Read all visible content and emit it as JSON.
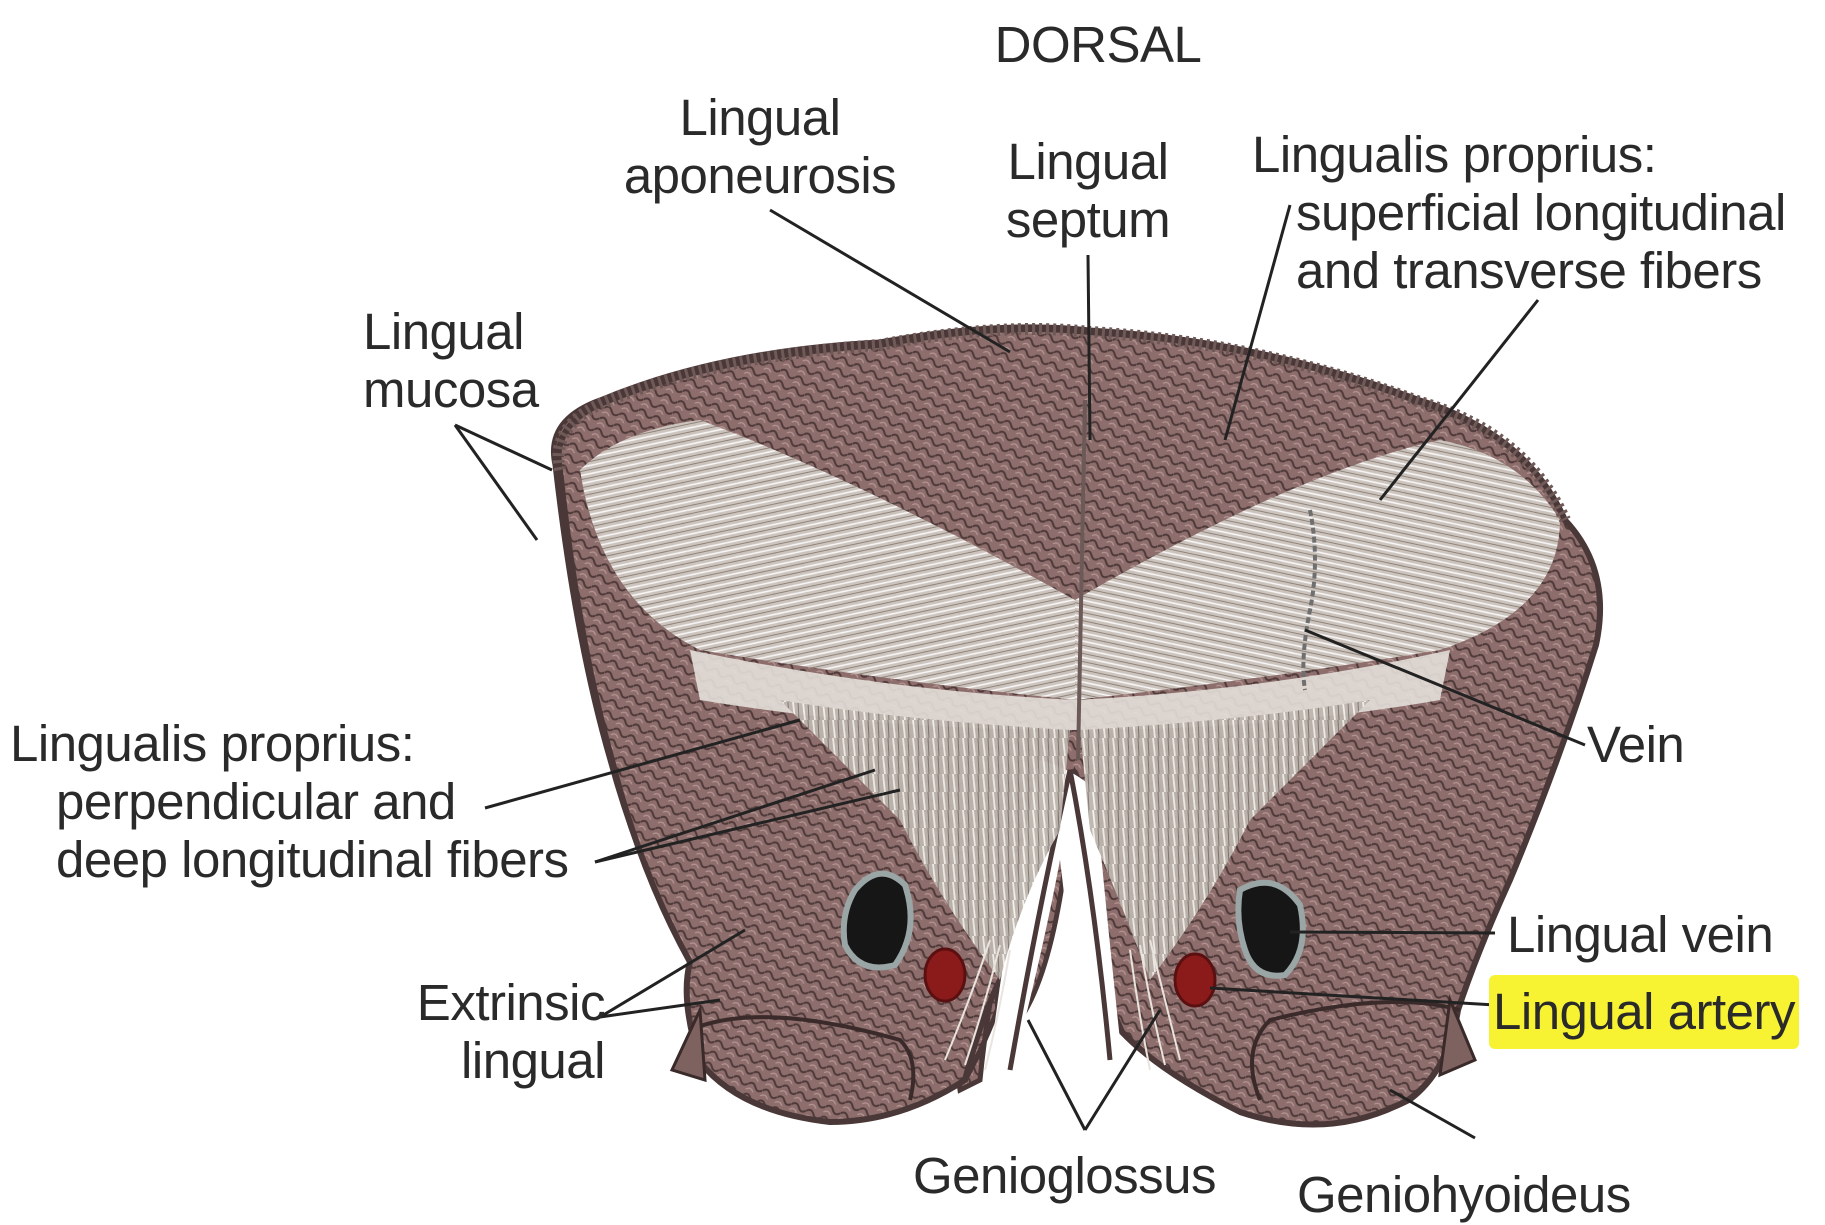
{
  "orientation": "DORSAL",
  "labels": {
    "lingual_aponeurosis": [
      "Lingual",
      "aponeurosis"
    ],
    "lingual_septum": [
      "Lingual",
      "septum"
    ],
    "lingualis_superficial": [
      "Lingualis proprius:",
      "superficial longitudinal",
      "and transverse fibers"
    ],
    "lingual_mucosa": [
      "Lingual",
      "mucosa"
    ],
    "lingualis_deep": [
      "Lingualis proprius:",
      "perpendicular and",
      "deep longitudinal fibers"
    ],
    "vein": "Vein",
    "lingual_vein": "Lingual vein",
    "lingual_artery": "Lingual artery",
    "extrinsic_lingual": [
      "Extrinsic",
      "lingual"
    ],
    "genioglossus": "Genioglossus",
    "geniohyoideus": "Geniohyoideus"
  },
  "highlighted_label": "lingual_artery",
  "colors": {
    "muscle": "#8a6a6a",
    "muscle_dark": "#5c4444",
    "fibers": "#c9c4bd",
    "artery": "#8b1a1a",
    "vein": "#1c1c1c",
    "leader": "#222222",
    "highlight": "#f7f332"
  }
}
